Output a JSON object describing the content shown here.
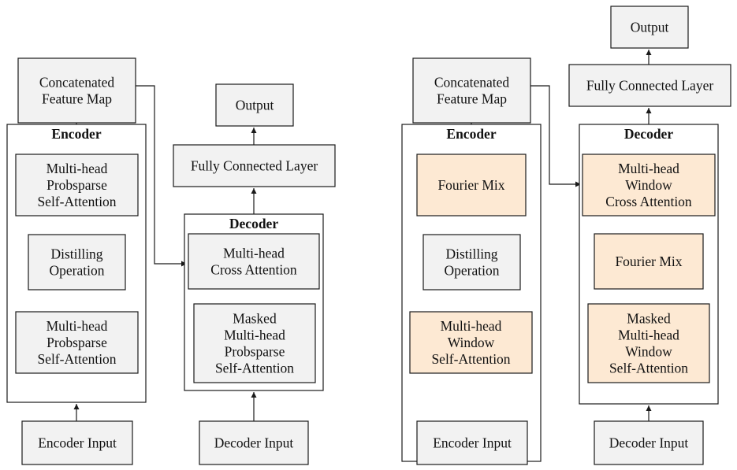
{
  "left": {
    "concat": [
      "Concatenated",
      "Feature Map"
    ],
    "encoder_title": "Encoder",
    "enc_attn_top": [
      "Multi-head",
      "Probsparse",
      "Self-Attention"
    ],
    "distill": [
      "Distilling",
      "Operation"
    ],
    "enc_attn_bottom": [
      "Multi-head",
      "Probsparse",
      "Self-Attention"
    ],
    "encoder_input": "Encoder Input",
    "output": "Output",
    "fc": "Fully Connected Layer",
    "decoder_title": "Decoder",
    "cross": [
      "Multi-head",
      "Cross Attention"
    ],
    "masked": [
      "Masked",
      "Multi-head",
      "Probsparse",
      "Self-Attention"
    ],
    "decoder_input": "Decoder Input"
  },
  "right": {
    "concat": [
      "Concatenated",
      "Feature Map"
    ],
    "encoder_title": "Encoder",
    "fourier_enc": "Fourier Mix",
    "distill": [
      "Distilling",
      "Operation"
    ],
    "window_self": [
      "Multi-head",
      "Window",
      "Self-Attention"
    ],
    "encoder_input": "Encoder Input",
    "output": "Output",
    "fc": "Fully Connected Layer",
    "decoder_title": "Decoder",
    "window_cross": [
      "Multi-head",
      "Window",
      "Cross Attention"
    ],
    "fourier_dec": "Fourier Mix",
    "masked_window": [
      "Masked",
      "Multi-head",
      "Window",
      "Self-Attention"
    ],
    "decoder_input": "Decoder Input"
  },
  "colors": {
    "plain_fill": "#f2f2f2",
    "highlight_fill": "#fde9d3",
    "stroke": "#1a1a1a"
  }
}
